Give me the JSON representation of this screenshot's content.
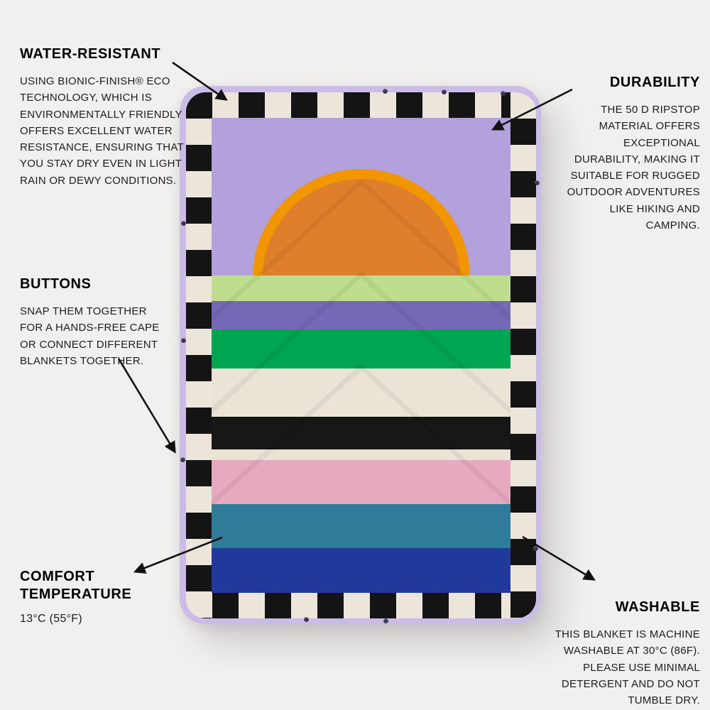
{
  "page": {
    "background": "#f1f0ee"
  },
  "annotations": {
    "water_resistant": {
      "title": "WATER-RESISTANT",
      "body": "USING BIONIC-FINISH® ECO TECHNOLOGY, WHICH IS ENVIRONMENTALLY FRIENDLY OFFERS EXCELLENT WATER RESISTANCE, ENSURING THAT YOU STAY DRY EVEN IN LIGHT RAIN OR DEWY CONDITIONS."
    },
    "durability": {
      "title": "DURABILITY",
      "body": "THE 50 D RIPSTOP MATERIAL OFFERS EXCEPTIONAL DURABILITY, MAKING IT SUITABLE FOR RUGGED OUTDOOR ADVENTURES LIKE HIKING AND CAMPING."
    },
    "buttons": {
      "title": "BUTTONS",
      "body": "SNAP THEM TOGETHER FOR A HANDS-FREE CAPE OR CONNECT DIFFERENT BLANKETS TOGETHER."
    },
    "comfort_temperature": {
      "title": "COMFORT TEMPERATURE",
      "body": "13°C (55°F)"
    },
    "washable": {
      "title": "WASHABLE",
      "body": "THIS BLANKET IS MACHINE WASHABLE AT 30°C (86F). PLEASE USE MINIMAL DETERGENT AND DO NOT TUMBLE DRY."
    }
  },
  "blanket": {
    "colors": {
      "bg": "#f1f0ee",
      "backing": "#cbbbe7",
      "lavender": "#b2a1dd",
      "checker_black": "#141414",
      "checker_cream": "#ece5d9",
      "sun_ring": "#f29600",
      "sun_fill": "#df7f2c"
    },
    "stripes": [
      {
        "name": "light-green",
        "color": "#bedd8e",
        "h": 36
      },
      {
        "name": "purple",
        "color": "#7568b7",
        "h": 40
      },
      {
        "name": "green",
        "color": "#00a551",
        "h": 54
      },
      {
        "name": "cream",
        "color": "#eae3d6",
        "h": 68
      },
      {
        "name": "black",
        "color": "#171717",
        "h": 46
      },
      {
        "name": "cream-thin",
        "color": "#eae3d6",
        "h": 15
      },
      {
        "name": "pink",
        "color": "#e7a9bf",
        "h": 62
      },
      {
        "name": "teal",
        "color": "#2e7c9a",
        "h": 62
      },
      {
        "name": "navy",
        "color": "#20399b",
        "h": 63
      }
    ]
  }
}
